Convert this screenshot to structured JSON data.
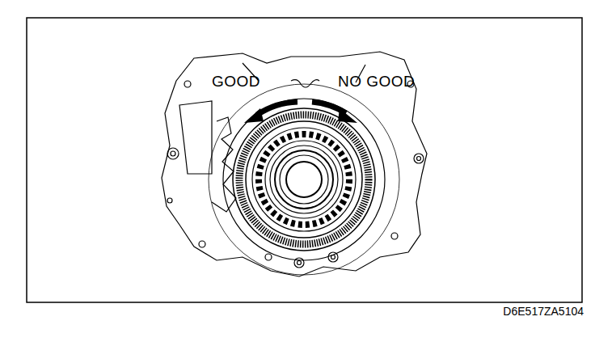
{
  "diagram": {
    "labels": [
      "GOOD",
      "NO GOOD",
      "D6E517ZA5104"
    ]
  }
}
